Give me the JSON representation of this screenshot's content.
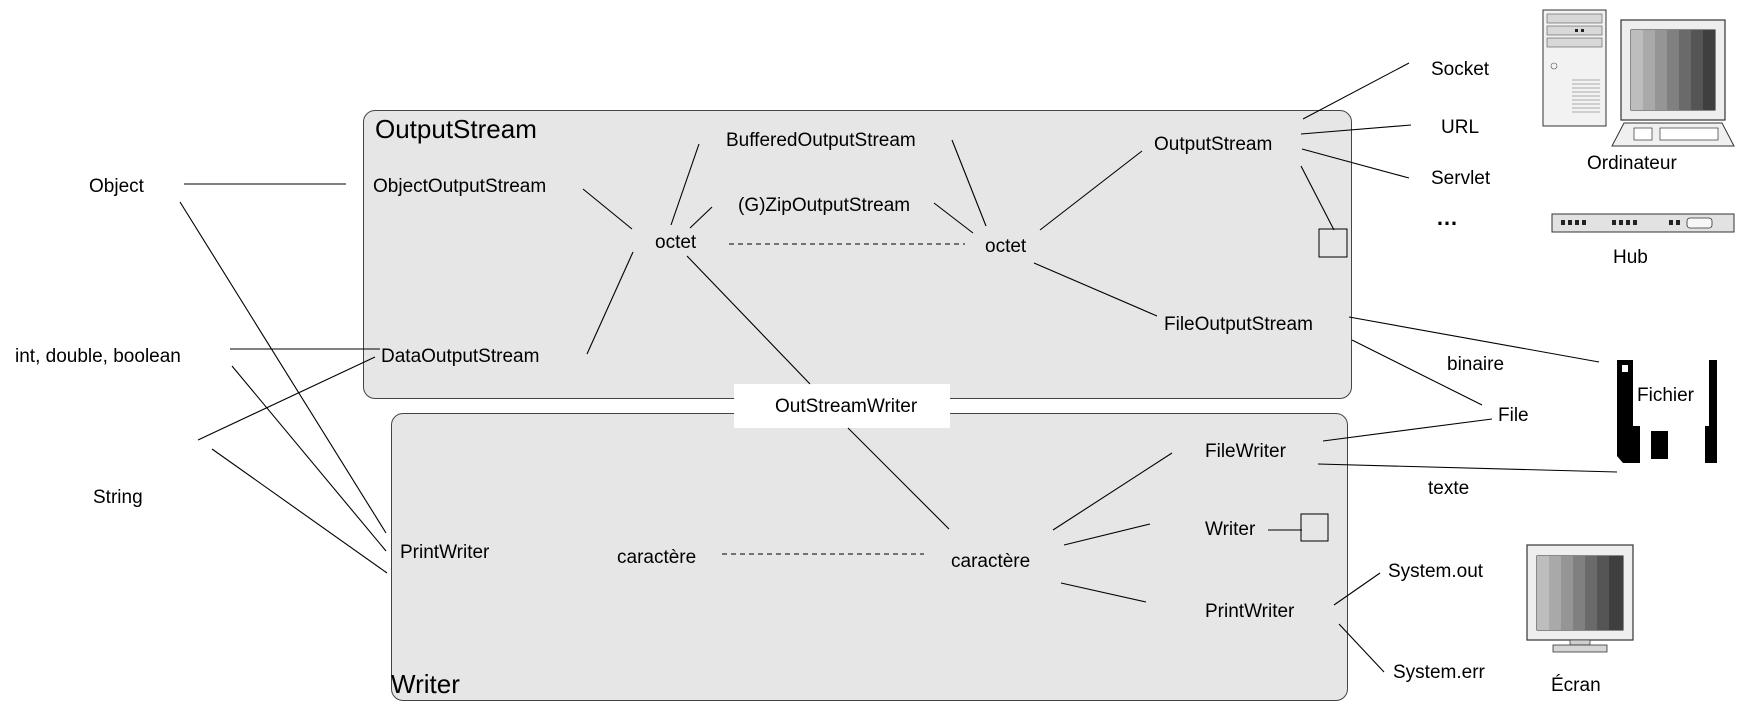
{
  "colors": {
    "box_fill": "#e6e6e6",
    "box_border": "#444444",
    "line": "#000000",
    "background": "#ffffff"
  },
  "output_section": {
    "title": "OutputStream",
    "object_output_stream": "ObjectOutputStream",
    "data_output_stream": "DataOutputStream",
    "buffered_output_stream": "BufferedOutputStream",
    "zip_output_stream": "(G)ZipOutputStream",
    "octet_left": "octet",
    "octet_right": "octet",
    "output_stream": "OutputStream",
    "file_output_stream": "FileOutputStream"
  },
  "bridge_label": "OutStreamWriter",
  "writer_section": {
    "title": "Writer",
    "print_writer_left": "PrintWriter",
    "caractere_left": "caractère",
    "caractere_right": "caractère",
    "file_writer": "FileWriter",
    "writer": "Writer",
    "print_writer_right": "PrintWriter"
  },
  "inputs": {
    "object": "Object",
    "primitives": "int, double, boolean",
    "string": "String"
  },
  "destinations": {
    "socket": "Socket",
    "url": "URL",
    "servlet": "Servlet",
    "ellipsis": "…",
    "computer": "Ordinateur",
    "hub": "Hub",
    "binaire": "binaire",
    "file": "File",
    "fichier": "Fichier",
    "texte": "texte",
    "system_out": "System.out",
    "system_err": "System.err",
    "ecran": "Écran"
  },
  "icons": [
    "computer-icon",
    "hub-icon",
    "floppy-disk-icon",
    "monitor-icon",
    "class-square-icon"
  ]
}
